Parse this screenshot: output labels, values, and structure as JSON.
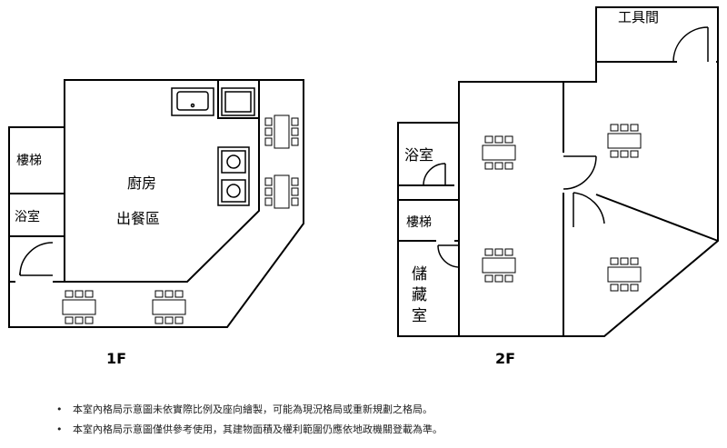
{
  "floor1": {
    "label": "1F",
    "rooms": {
      "stairs": "樓梯",
      "bathroom": "浴室",
      "kitchen": "廚房",
      "dining": "出餐區"
    }
  },
  "floor2": {
    "label": "2F",
    "rooms": {
      "tool_room": "工具間",
      "bathroom": "浴室",
      "stairs": "樓梯",
      "storage": [
        "儲",
        "藏",
        "室"
      ]
    }
  },
  "notes": [
    "本室內格局示意圖未依實際比例及座向繪製，可能為現況格局或重新規劃之格局。",
    "本室內格局示意圖僅供參考使用，其建物面積及權利範圍仍應依地政機關登載為準。"
  ],
  "bullet_symbol": "•"
}
